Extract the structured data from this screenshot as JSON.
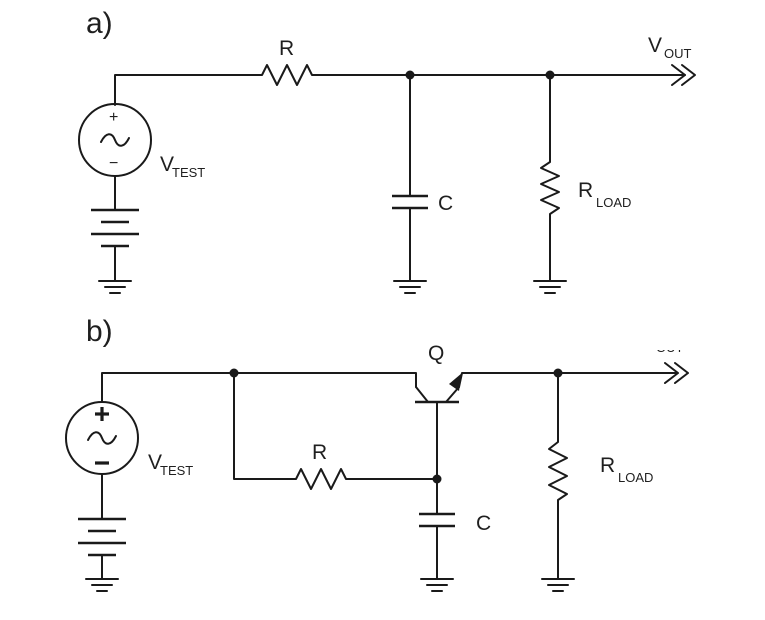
{
  "circuit_a": {
    "part_label": "a)",
    "resistor": "R",
    "capacitor": "C",
    "source": {
      "main": "V",
      "sub": "TEST"
    },
    "load": {
      "main": "R",
      "sub": "LOAD"
    },
    "output": {
      "main": "V",
      "sub": "OUT"
    },
    "source_plus": "+",
    "source_minus": "−"
  },
  "circuit_b": {
    "part_label": "b)",
    "transistor": "Q",
    "resistor": "R",
    "capacitor": "C",
    "source": {
      "main": "V",
      "sub": "TEST"
    },
    "load": {
      "main": "R",
      "sub": "LOAD"
    },
    "output_partial": "OUT",
    "source_plus": "+",
    "source_minus": "−"
  }
}
